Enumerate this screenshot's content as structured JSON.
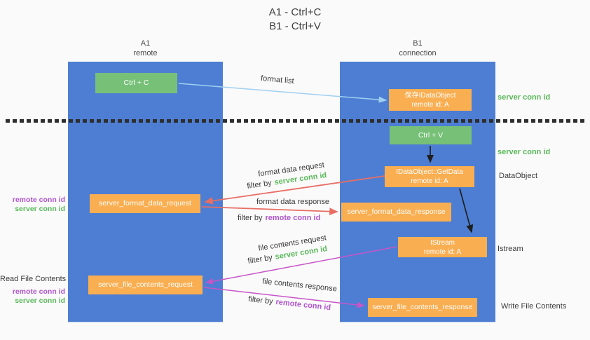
{
  "title": {
    "line1": "A1 - Ctrl+C",
    "line2": "B1 - Ctrl+V"
  },
  "lanes": {
    "a1": {
      "name": "A1",
      "role": "remote"
    },
    "b1": {
      "name": "B1",
      "role": "connection"
    }
  },
  "nodes": {
    "ctrl_c": {
      "label": "Ctrl + C"
    },
    "ctrl_v": {
      "label": "Ctrl + V"
    },
    "save_dataobject": {
      "line1": "保存IDataObject",
      "line2": "remote id: A"
    },
    "getdata": {
      "line1": "IDataObject::GetData",
      "line2": "remote id: A"
    },
    "istream": {
      "line1": "IStream",
      "line2": "remote id: A"
    },
    "server_format_data_request": {
      "label": "server_format_data_request"
    },
    "server_format_data_response": {
      "label": "server_format_data_response"
    },
    "server_file_contents_request": {
      "label": "server_file_contents_request"
    },
    "server_file_contents_response": {
      "label": "server_file_contents_response"
    }
  },
  "edges": {
    "format_list": {
      "label": "format list"
    },
    "format_data_request": {
      "label": "format data request",
      "filter_prefix": "filter by",
      "filter_key": "server conn id"
    },
    "format_data_response": {
      "label": "format data response",
      "filter_prefix": "filter by",
      "filter_key": "remote conn id"
    },
    "file_contents_request": {
      "label": "file contents request",
      "filter_prefix": "filter by",
      "filter_key": "server conn id"
    },
    "file_contents_response": {
      "label": "file contents response",
      "filter_prefix": "filter by",
      "filter_key": "remote conn id"
    }
  },
  "annotations": {
    "right_top_server_conn_id": "server conn id",
    "right_mid_server_conn_id": "server conn id",
    "dataobject": "DataObject",
    "istream": "Istream",
    "write_file_contents": "Write File Contents",
    "read_file_contents": "Read File Contents",
    "left_format": {
      "remote_conn_id": "remote conn id",
      "server_conn_id": "server conn id"
    },
    "left_file": {
      "remote_conn_id": "remote conn id",
      "server_conn_id": "server conn id"
    }
  },
  "colors": {
    "lane_blue": "#4d7ed3",
    "node_orange": "#f9ae51",
    "node_green": "#76c078",
    "green_text": "#5ab95a",
    "purple_text": "#b055cd",
    "salmon_arrow": "#e86e64",
    "magenta_arrow": "#c855c8",
    "blue_arrow": "#a0d0f0",
    "black_arrow": "#1f1f1f"
  }
}
